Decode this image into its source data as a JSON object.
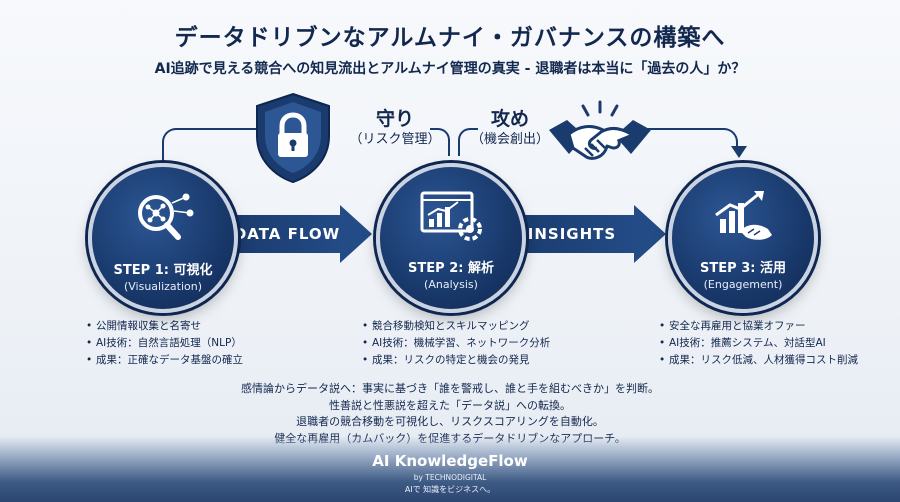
{
  "header": {
    "title": "データドリブンなアルムナイ・ガバナンスの構築へ",
    "subtitle": "AI追跡で見える競合への知見流出とアルムナイ管理の真実 - 退職者は本当に「過去の人」か？"
  },
  "defense": {
    "label": "守り",
    "sub": "（リスク管理）",
    "icon": "shield-lock-icon"
  },
  "offense": {
    "label": "攻め",
    "sub": "（機会創出）",
    "icon": "handshake-icon"
  },
  "flows": {
    "data_flow": "DATA FLOW",
    "insights": "INSIGHTS"
  },
  "steps": [
    {
      "title": "STEP 1: 可視化",
      "subtitle": "(Visualization)",
      "icon": "magnifier-network-icon",
      "bullets": [
        "公開情報収集と名寄せ",
        "AI技術：自然言語処理（NLP）",
        "成果：正確なデータ基盤の確立"
      ]
    },
    {
      "title": "STEP 2: 解析",
      "subtitle": "(Analysis)",
      "icon": "analytics-chart-icon",
      "bullets": [
        "競合移動検知とスキルマッピング",
        "AI技術：機械学習、ネットワーク分析",
        "成果：リスクの特定と機会の発見"
      ]
    },
    {
      "title": "STEP 3: 活用",
      "subtitle": "(Engagement)",
      "icon": "growth-handshake-icon",
      "bullets": [
        "安全な再雇用と協業オファー",
        "AI技術：推薦システム、対話型AI",
        "成果：リスク低減、人材獲得コスト削減"
      ]
    }
  ],
  "summary": [
    "感情論からデータ説へ：事実に基づき「誰を警戒し、誰と手を組むべきか」を判断。",
    "性善説と性悪説を超えた「データ説」への転換。",
    "退職者の競合移動を可視化し、リスクスコアリングを自動化。",
    "健全な再雇用（カムバック）を促進するデータドリブンなアプローチ。"
  ],
  "footer": {
    "brand": "AI KnowledgeFlow",
    "by": "by TECHNODIGITAL",
    "tagline": "AIで 知識をビジネスへ。"
  },
  "colors": {
    "navy": "#1a3b6e",
    "dark_navy": "#13284f",
    "accent_blue": "#2c5694"
  }
}
